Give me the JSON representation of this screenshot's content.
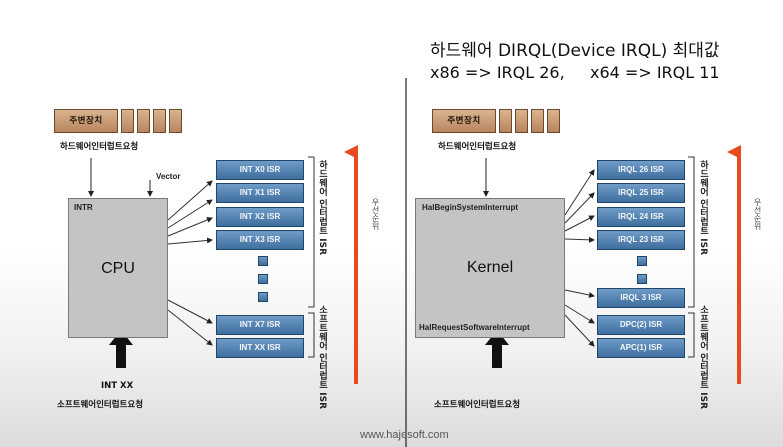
{
  "heading": {
    "line1": "하드웨어 DIRQL(Device IRQL) 최대값",
    "line2_a": "x86 => IRQL 26,",
    "line2_b": "x64 => IRQL 11"
  },
  "left": {
    "peripheral": "주변장치",
    "hw_request": "하드웨어인터럽트요청",
    "vector": "Vector",
    "intr": "INTR",
    "core": "CPU",
    "isrs": [
      "INT X0 ISR",
      "INT X1 ISR",
      "INT X2 ISR",
      "INT X3 ISR",
      "INT X7 ISR",
      "INT XX ISR"
    ],
    "hw_bracket": "하드웨어 인터럽트 ISR",
    "sw_bracket": "소프트웨어 인터럽트 ISR",
    "priority": "우선순위",
    "int_xx": "INT XX",
    "sw_request": "소프트웨어인터럽트요청"
  },
  "right": {
    "peripheral": "주변장치",
    "hw_request": "하드웨어인터럽트요청",
    "begin_interrupt": "HalBeginSystemInterrupt",
    "request_sw": "HalRequestSoftwareInterrupt",
    "core": "Kernel",
    "isrs": [
      "IRQL 26 ISR",
      "IRQL 25 ISR",
      "IRQL 24 ISR",
      "IRQL 23 ISR",
      "IRQL 3 ISR",
      "DPC(2) ISR",
      "APC(1) ISR"
    ],
    "hw_bracket": "하드웨어 인터럽트 ISR",
    "sw_bracket": "소프트웨어 인터럽트 ISR",
    "priority": "우선순위",
    "sw_request": "소프트웨어인터럽트요청"
  },
  "footer": "www.hajesoft.com",
  "colors": {
    "accent_arrow": "#e8491d",
    "isr_blue": "#4a7aab",
    "peripheral_brown": "#c4966c",
    "core_gray": "#c4c4c4"
  }
}
